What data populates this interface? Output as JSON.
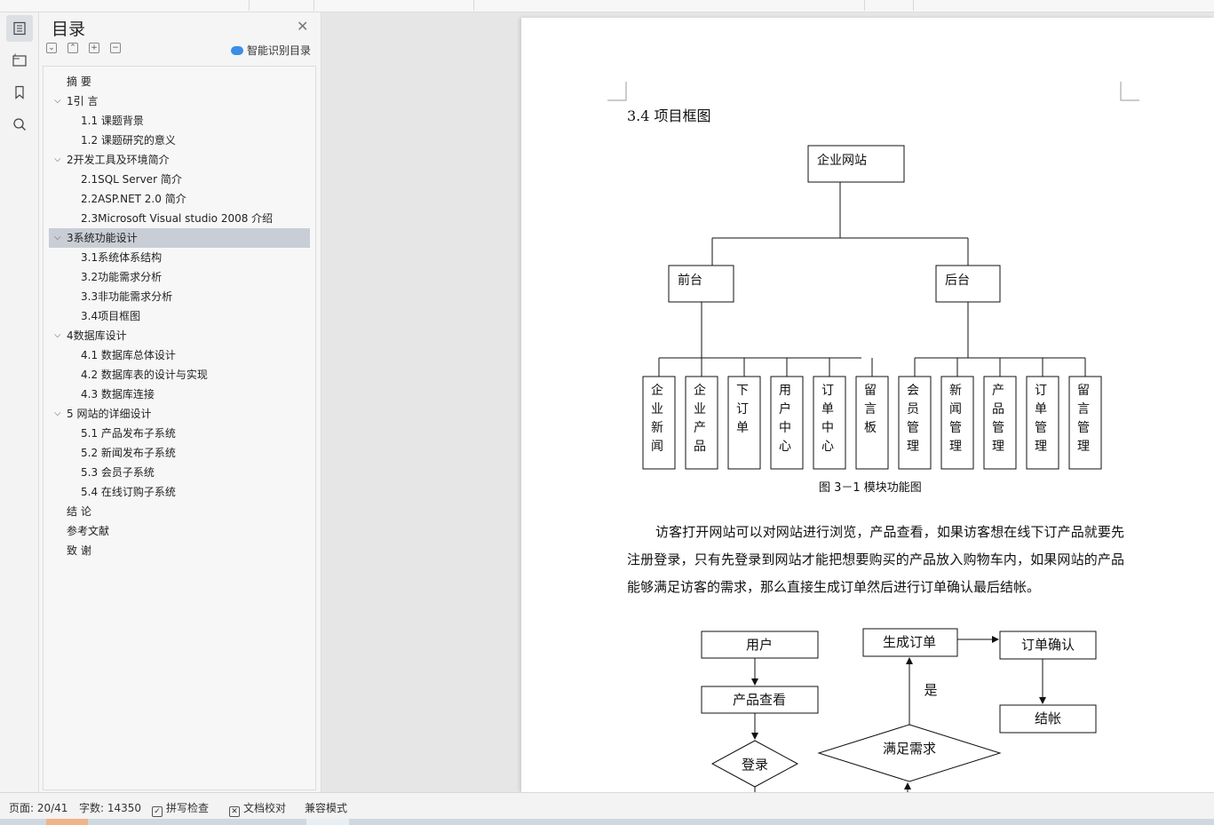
{
  "toc": {
    "title": "目录",
    "smart_label": "智能识别目录",
    "items": [
      {
        "label": "摘  要",
        "level": 0,
        "expandable": false
      },
      {
        "label": "1引  言",
        "level": 0,
        "expandable": true
      },
      {
        "label": "1.1 课题背景",
        "level": 1,
        "expandable": false
      },
      {
        "label": "1.2  课题研究的意义",
        "level": 1,
        "expandable": false
      },
      {
        "label": "2开发工具及环境简介",
        "level": 0,
        "expandable": true
      },
      {
        "label": "2.1SQL Server  简介",
        "level": 1,
        "expandable": false
      },
      {
        "label": "2.2ASP.NET 2.0 简介",
        "level": 1,
        "expandable": false
      },
      {
        "label": "2.3Microsoft Visual studio 2008  介绍",
        "level": 1,
        "expandable": false
      },
      {
        "label": "3系统功能设计",
        "level": 0,
        "expandable": true,
        "selected": true
      },
      {
        "label": "3.1系统体系结构",
        "level": 1,
        "expandable": false
      },
      {
        "label": "3.2功能需求分析",
        "level": 1,
        "expandable": false
      },
      {
        "label": "3.3非功能需求分析",
        "level": 1,
        "expandable": false
      },
      {
        "label": "3.4项目框图",
        "level": 1,
        "expandable": false
      },
      {
        "label": "4数据库设计",
        "level": 0,
        "expandable": true
      },
      {
        "label": "4.1 数据库总体设计",
        "level": 1,
        "expandable": false
      },
      {
        "label": "4.2 数据库表的设计与实现",
        "level": 1,
        "expandable": false
      },
      {
        "label": "4.3  数据库连接",
        "level": 1,
        "expandable": false
      },
      {
        "label": "5 网站的详细设计",
        "level": 0,
        "expandable": true
      },
      {
        "label": "5.1 产品发布子系统",
        "level": 1,
        "expandable": false
      },
      {
        "label": "5.2 新闻发布子系统",
        "level": 1,
        "expandable": false
      },
      {
        "label": "5.3  会员子系统",
        "level": 1,
        "expandable": false
      },
      {
        "label": "5.4 在线订购子系统",
        "level": 1,
        "expandable": false
      },
      {
        "label": "结  论",
        "level": 0,
        "expandable": false
      },
      {
        "label": "参考文献",
        "level": 0,
        "expandable": false
      },
      {
        "label": "致  谢",
        "level": 0,
        "expandable": false
      }
    ]
  },
  "document": {
    "section_title": "3.4  项目框图",
    "figure_caption": "图 3－1  模块功能图",
    "paragraph": "访客打开网站可以对网站进行浏览，产品查看，如果访客想在线下订产品就要先注册登录，只有先登录到网站才能把想要购买的产品放入购物车内，如果网站的产品能够满足访客的需求，那么直接生成订单然后进行订单确认最后结帐。",
    "module_diagram": {
      "root": "企业网站",
      "front": "前台",
      "back": "后台",
      "front_children": [
        "企业新闻",
        "企业产品",
        "下订单",
        "用户中心",
        "订单中心",
        "留言板"
      ],
      "back_children": [
        "会员管理",
        "新闻管理",
        "产品管理",
        "订单管理",
        "留言管理"
      ]
    },
    "flow_diagram": {
      "user": "用户",
      "view_product": "产品查看",
      "login": "登录",
      "generate_order": "生成订单",
      "confirm_order": "订单确认",
      "checkout": "结帐",
      "meets_needs": "满足需求",
      "yes": "是"
    }
  },
  "status_bar": {
    "page": "页面: 20/41",
    "word_count": "字数: 14350",
    "spell_check": "拼写检查",
    "doc_proof": "文档校对",
    "compat_mode": "兼容模式"
  },
  "colors": {
    "accent": "#3a8ee6",
    "selected_row": "#c9ced6"
  }
}
